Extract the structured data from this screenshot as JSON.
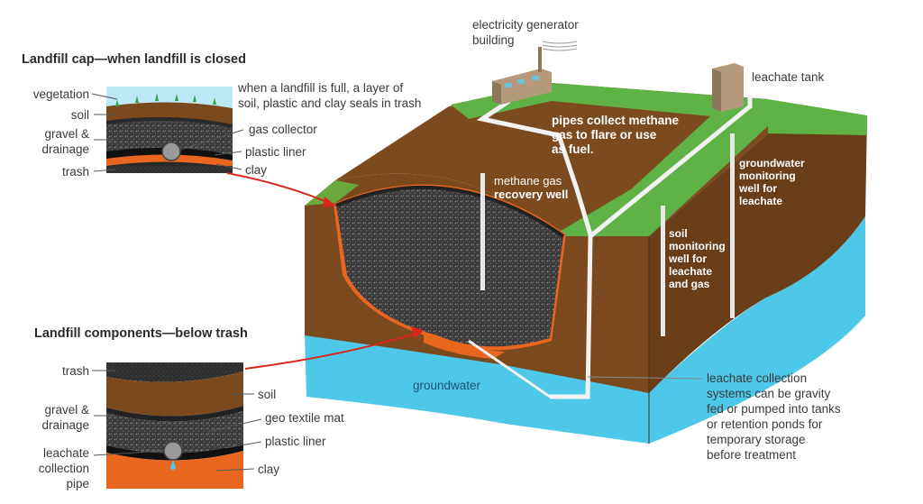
{
  "titles": {
    "cap": "Landfill cap—when landfill is closed",
    "components": "Landfill components—below trash"
  },
  "cap_inset": {
    "left_labels": [
      "vegetation",
      "soil",
      "gravel &",
      "drainage",
      "trash"
    ],
    "description": [
      "when a landfill is full, a layer of",
      "soil, plastic and clay seals in trash"
    ],
    "right_labels": [
      "gas collector",
      "plastic liner",
      "clay"
    ]
  },
  "components_inset": {
    "left_labels": [
      "trash",
      "gravel &",
      "drainage",
      "leachate",
      "collection",
      "pipe"
    ],
    "right_labels": [
      "soil",
      "geo textile mat",
      "plastic liner",
      "clay"
    ]
  },
  "main": {
    "generator": [
      "electricity generator",
      "building"
    ],
    "leachate_tank": "leachate tank",
    "pipes_note": [
      "pipes collect methane",
      "gas to flare or use",
      "as fuel."
    ],
    "methane_well": [
      "methane gas",
      "recovery well"
    ],
    "groundwater_well": [
      "groundwater",
      "monitoring",
      "well for",
      "leachate"
    ],
    "soil_well": [
      "soil",
      "monitoring",
      "well for",
      "leachate",
      "and gas"
    ],
    "groundwater": "groundwater",
    "leachate_note": [
      "leachate collection",
      "systems can be gravity",
      "fed or pumped into tanks",
      "or retention ponds for",
      "temporary storage",
      "before treatment"
    ]
  },
  "colors": {
    "soil_brown": "#7a4a1e",
    "soil_dark": "#5a3414",
    "grass": "#5fb246",
    "water": "#4ec8e8",
    "trash": "#2a2a2a",
    "clay": "#e9661f",
    "arrow": "#d9261c"
  }
}
